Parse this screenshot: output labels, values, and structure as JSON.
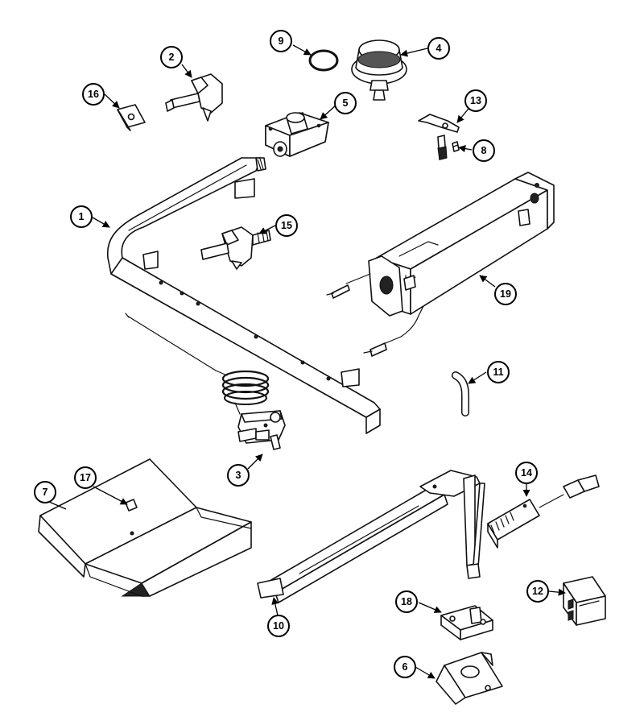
{
  "callouts": [
    {
      "key": "1",
      "label": "1"
    },
    {
      "key": "2",
      "label": "2"
    },
    {
      "key": "3",
      "label": "3"
    },
    {
      "key": "4",
      "label": "4"
    },
    {
      "key": "5",
      "label": "5"
    },
    {
      "key": "6",
      "label": "6"
    },
    {
      "key": "7",
      "label": "7"
    },
    {
      "key": "8",
      "label": "8"
    },
    {
      "key": "9",
      "label": "9"
    },
    {
      "key": "10",
      "label": "10"
    },
    {
      "key": "11",
      "label": "11"
    },
    {
      "key": "12",
      "label": "12"
    },
    {
      "key": "13",
      "label": "13"
    },
    {
      "key": "14",
      "label": "14"
    },
    {
      "key": "15",
      "label": "15"
    },
    {
      "key": "16",
      "label": "16"
    },
    {
      "key": "17",
      "label": "17"
    },
    {
      "key": "18",
      "label": "18"
    },
    {
      "key": "19",
      "label": "19"
    }
  ]
}
